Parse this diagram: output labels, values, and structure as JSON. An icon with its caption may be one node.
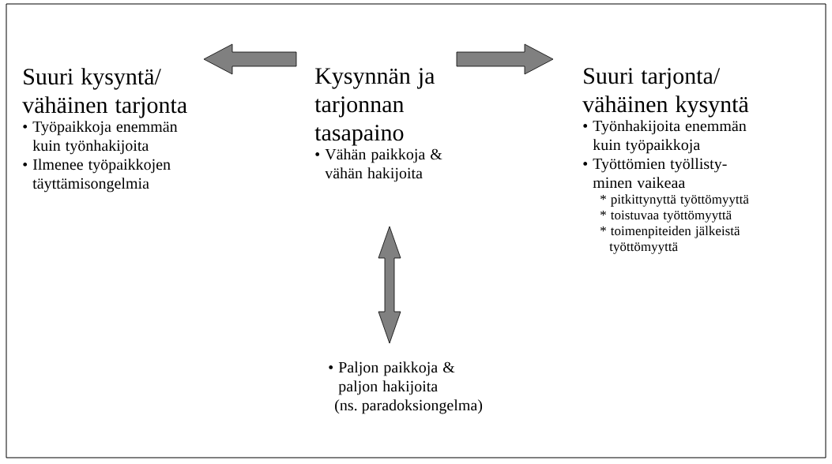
{
  "diagram": {
    "nodes": [
      {
        "text": [
          "Suuri kysyntä/ vähäinen tarjonta",
          "• Työpaikkoja enemmän kuin työnhakijoita",
          "• Ilmenee työpaikkojen täyttämisongelmia"
        ]
      },
      {
        "text": [
          "Kysynnän ja tarjonnan tasapaino",
          "• Vähän paikkoja & vähän hakijoita"
        ]
      },
      {
        "text": [
          "Suuri tarjonta/ vähäinen kysyntä",
          "• Työnhakijoita enemmän kuin työpaikkoja",
          "• Työttömien työllisty- minen vaikeaa",
          "* pitkittynyttä työttömyyttä",
          "* toistuvaa työttömyyttä",
          "* toimenpiteiden jälkeistä työttömyyttä"
        ]
      },
      {
        "text": [
          "• Paljon paikkoja & paljon hakijoita",
          "(ns. paradoksiongelma)"
        ]
      }
    ],
    "edges": [
      {
        "from": 1,
        "to": 0,
        "arrow": "to"
      },
      {
        "from": 1,
        "to": 2,
        "arrow": "to"
      },
      {
        "from": 1,
        "to": 3,
        "arrow": "both"
      }
    ]
  }
}
